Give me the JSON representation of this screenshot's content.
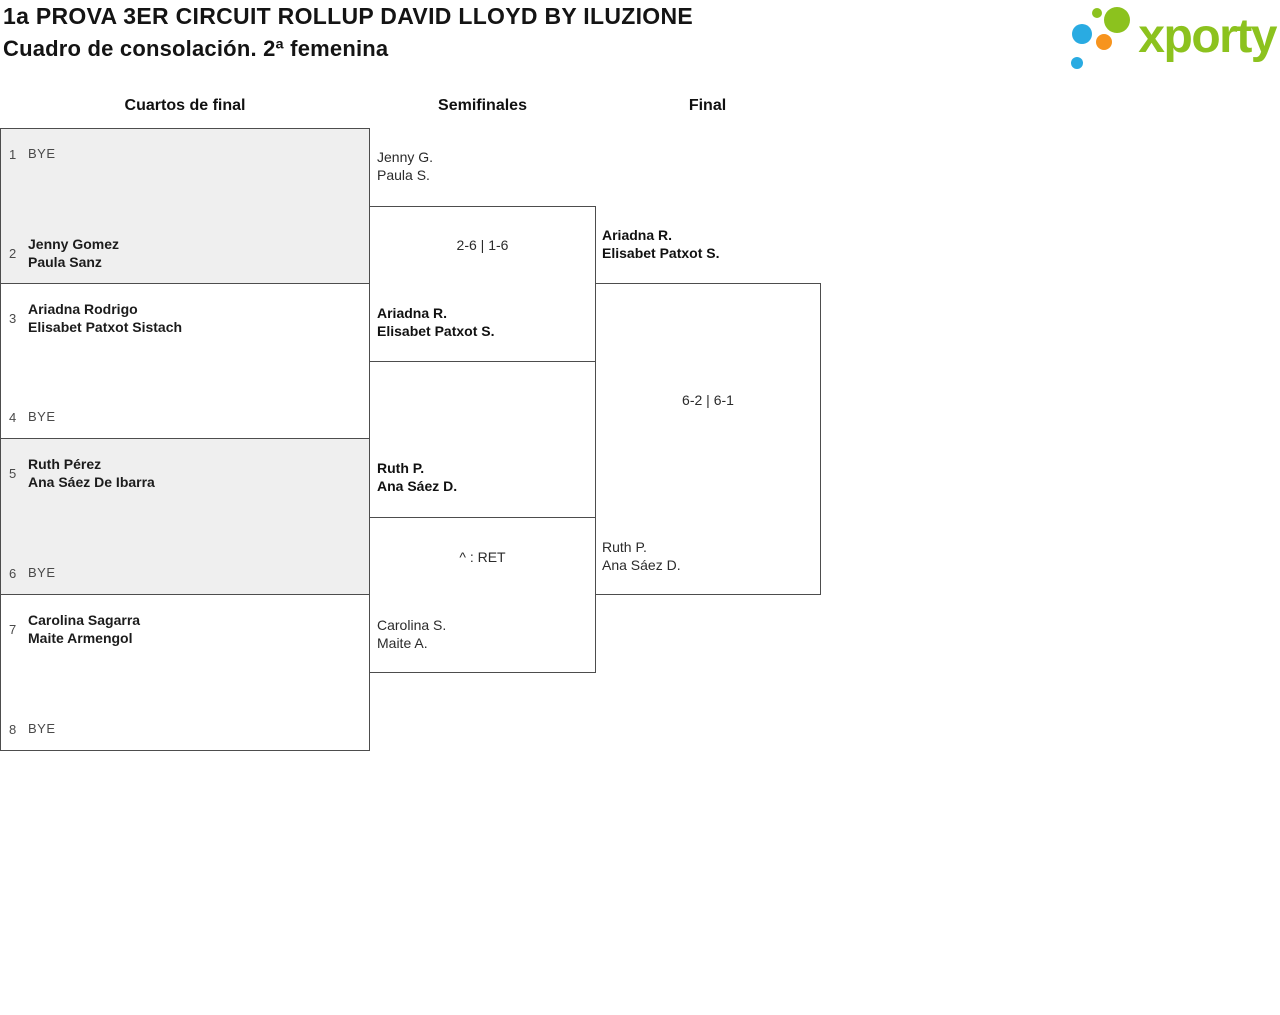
{
  "header": {
    "title": "1a PROVA 3ER CIRCUIT ROLLUP DAVID LLOYD BY ILUZIONE",
    "subtitle": "Cuadro de consolación. 2ª femenina",
    "logo_text": "xporty"
  },
  "colors": {
    "brand_green": "#8cc21e",
    "brand_blue": "#29abe2",
    "brand_orange": "#f7941e",
    "box_grey": "#efefef",
    "line": "#4d4d4d"
  },
  "rounds": [
    {
      "label": "Cuartos de final"
    },
    {
      "label": "Semifinales"
    },
    {
      "label": "Final"
    }
  ],
  "quarterfinals": [
    {
      "top": {
        "seed": "1",
        "line1": "BYE",
        "line2": "",
        "bye": true
      },
      "bottom": {
        "seed": "2",
        "line1": "Jenny Gomez",
        "line2": "Paula Sanz",
        "bye": false
      }
    },
    {
      "top": {
        "seed": "3",
        "line1": "Ariadna Rodrigo",
        "line2": "Elisabet Patxot Sistach",
        "bye": false
      },
      "bottom": {
        "seed": "4",
        "line1": "BYE",
        "line2": "",
        "bye": true
      }
    },
    {
      "top": {
        "seed": "5",
        "line1": "Ruth Pérez",
        "line2": "Ana Sáez De Ibarra",
        "bye": false
      },
      "bottom": {
        "seed": "6",
        "line1": "BYE",
        "line2": "",
        "bye": true
      }
    },
    {
      "top": {
        "seed": "7",
        "line1": "Carolina Sagarra",
        "line2": "Maite Armengol",
        "bye": false
      },
      "bottom": {
        "seed": "8",
        "line1": "BYE",
        "line2": "",
        "bye": true
      }
    }
  ],
  "semifinals": [
    {
      "top": {
        "line1": "Jenny G.",
        "line2": "Paula S.",
        "winner": false
      },
      "score": "2-6 | 1-6",
      "bottom": {
        "line1": "Ariadna R.",
        "line2": "Elisabet Patxot S.",
        "winner": true
      }
    },
    {
      "top": {
        "line1": "Ruth P.",
        "line2": "Ana Sáez D.",
        "winner": true
      },
      "score": "^ : RET",
      "bottom": {
        "line1": "Carolina S.",
        "line2": "Maite A.",
        "winner": false
      }
    }
  ],
  "final": {
    "top": {
      "line1": "Ariadna R.",
      "line2": "Elisabet Patxot S.",
      "winner": true
    },
    "score": "6-2 | 6-1",
    "bottom": {
      "line1": "Ruth P.",
      "line2": "Ana Sáez D.",
      "winner": false
    }
  }
}
